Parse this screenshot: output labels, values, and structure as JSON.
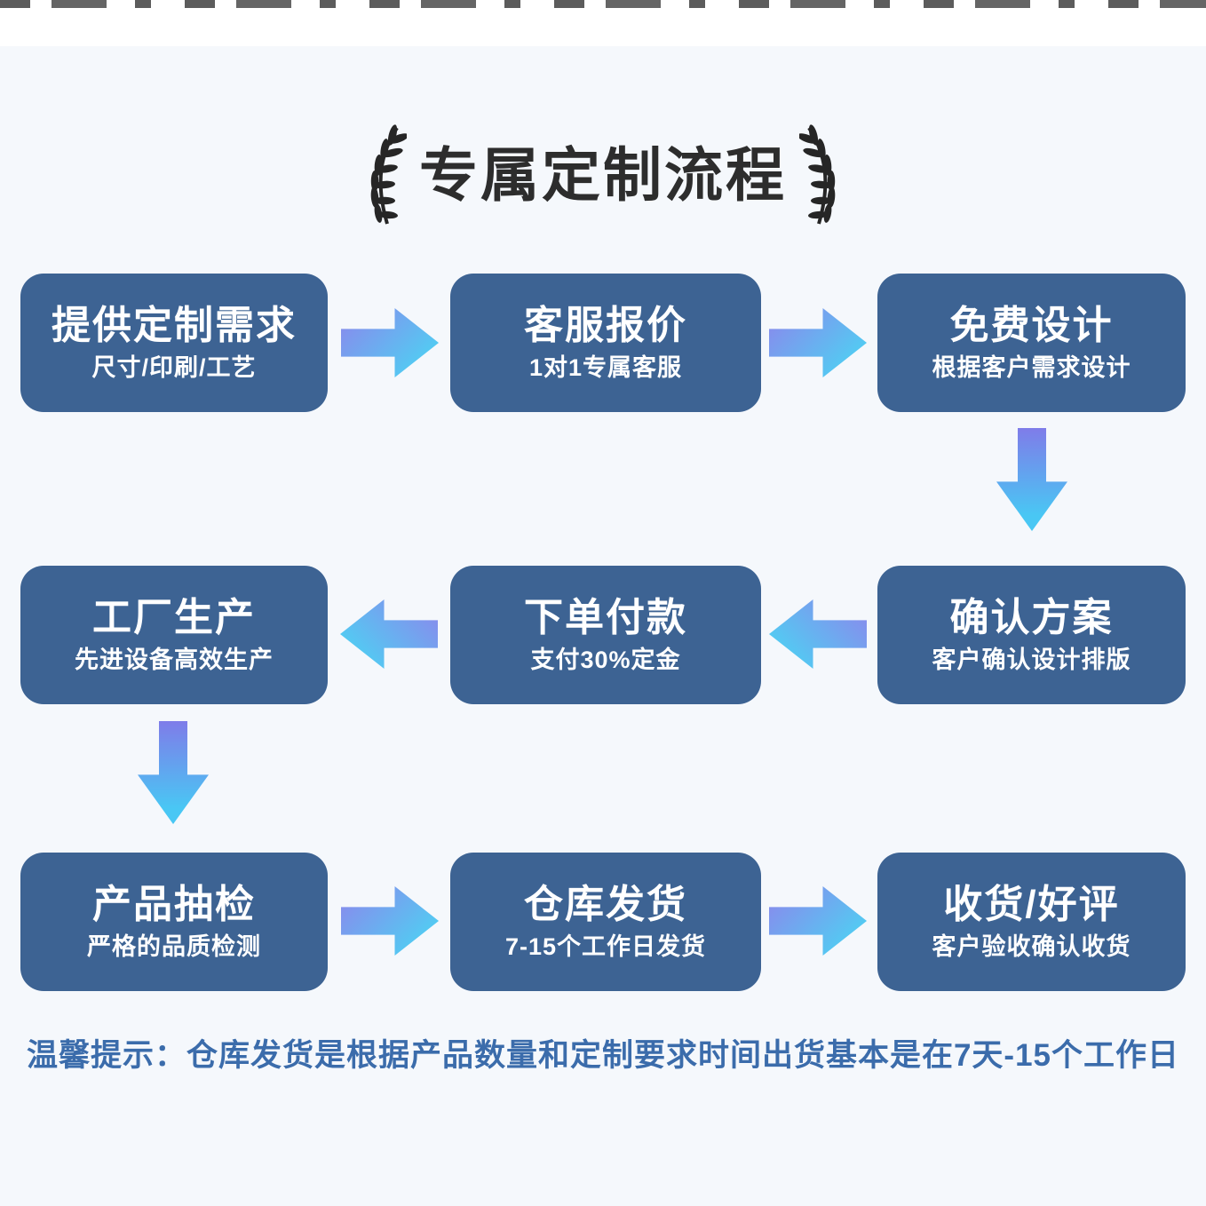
{
  "title": {
    "text": "专属定制流程"
  },
  "steps": [
    {
      "order": 1,
      "title": "提供定制需求",
      "subtitle": "尺寸/印刷/工艺"
    },
    {
      "order": 2,
      "title": "客服报价",
      "subtitle": "1对1专属客服"
    },
    {
      "order": 3,
      "title": "免费设计",
      "subtitle": "根据客户需求设计"
    },
    {
      "order": 4,
      "title": "确认方案",
      "subtitle": "客户确认设计排版"
    },
    {
      "order": 5,
      "title": "下单付款",
      "subtitle": "支付30%定金"
    },
    {
      "order": 6,
      "title": "工厂生产",
      "subtitle": "先进设备高效生产"
    },
    {
      "order": 7,
      "title": "产品抽检",
      "subtitle": "严格的品质检测"
    },
    {
      "order": 8,
      "title": "仓库发货",
      "subtitle": "7-15个工作日发货"
    },
    {
      "order": 9,
      "title": "收货/好评",
      "subtitle": "客户验收确认收货"
    }
  ],
  "note": {
    "text": "温馨提示：仓库发货是根据产品数量和定制要求时间出货基本是在7天-15个工作日"
  },
  "colors": {
    "background": "#f5f8fc",
    "box_fill": "#3d6393",
    "box_text": "#ffffff",
    "arrow_gradient_start": "#8d85ec",
    "arrow_gradient_end": "#55c8f2",
    "title_text": "#2d2d2d",
    "note_text": "#3b6cab",
    "laurel": "#262626"
  }
}
